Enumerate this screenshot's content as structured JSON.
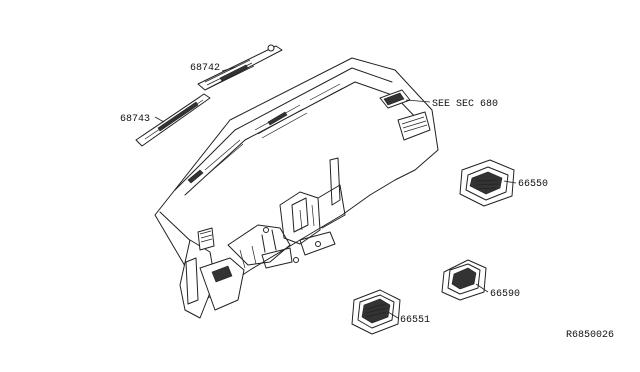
{
  "callouts": {
    "finisher_upper": "68742",
    "finisher_lower": "68743",
    "see_sec": "SEE SEC 680",
    "side_vent": "66550",
    "center_vent": "66590",
    "lower_vent": "66551"
  },
  "diagram_ref": "R6850026"
}
